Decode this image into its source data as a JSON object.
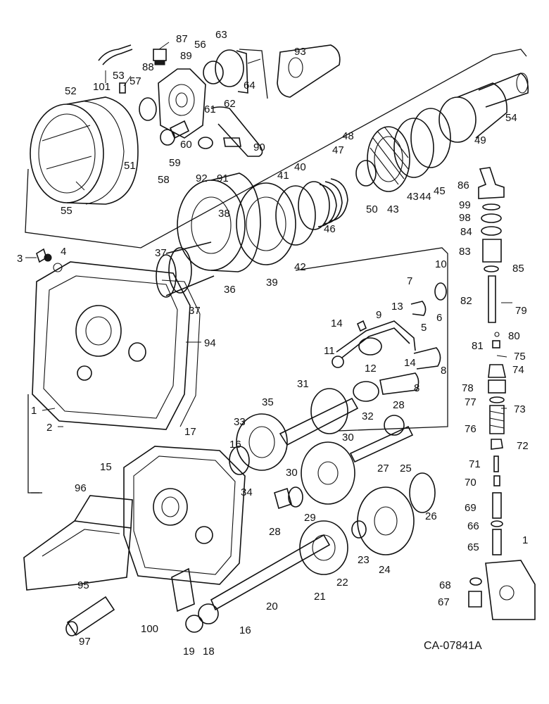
{
  "figure_code": "CA-07841A",
  "callouts": [
    "1",
    "2",
    "3",
    "4",
    "5",
    "6",
    "7",
    "8",
    "9",
    "10",
    "11",
    "12",
    "13",
    "14",
    "15",
    "16",
    "17",
    "18",
    "19",
    "20",
    "21",
    "22",
    "23",
    "24",
    "25",
    "26",
    "27",
    "28",
    "29",
    "30",
    "31",
    "32",
    "33",
    "34",
    "35",
    "36",
    "37",
    "38",
    "39",
    "40",
    "41",
    "42",
    "43",
    "44",
    "45",
    "46",
    "47",
    "48",
    "49",
    "50",
    "51",
    "52",
    "53",
    "54",
    "55",
    "56",
    "57",
    "58",
    "59",
    "60",
    "61",
    "62",
    "63",
    "64",
    "65",
    "66",
    "67",
    "68",
    "69",
    "70",
    "71",
    "72",
    "73",
    "74",
    "75",
    "76",
    "77",
    "78",
    "79",
    "80",
    "81",
    "82",
    "83",
    "84",
    "85",
    "86",
    "87",
    "88",
    "89",
    "90",
    "91",
    "92",
    "93",
    "94",
    "95",
    "96",
    "97",
    "98",
    "99",
    "100",
    "101"
  ]
}
